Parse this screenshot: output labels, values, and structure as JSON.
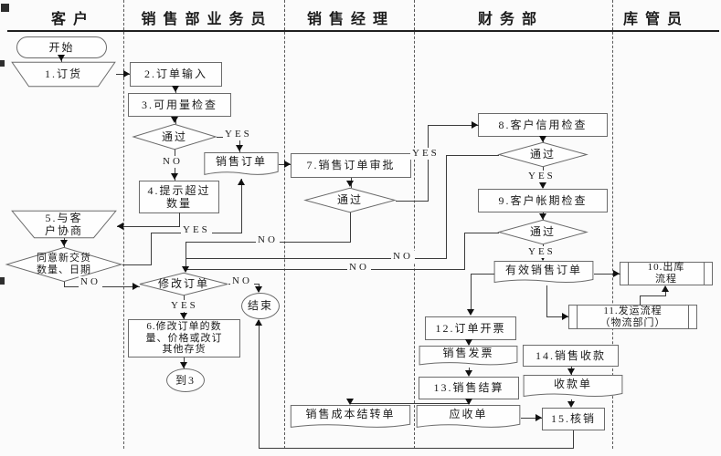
{
  "lanes": [
    {
      "label": "客户"
    },
    {
      "label": "销售部业务员"
    },
    {
      "label": "销售经理"
    },
    {
      "label": "财务部"
    },
    {
      "label": "库管员"
    }
  ],
  "labels": {
    "yes": "YES",
    "no": "NO"
  },
  "nodes": {
    "start": "开始",
    "order": "1.订货",
    "order_entry": "2.订单输入",
    "qty_check": "3.可用量检查",
    "pass1": "通过",
    "over_qty": "4.提示超过\n数量",
    "sales_order": "销售订单",
    "negotiate": "5.与客\n户协商",
    "agree": "同意新交货\n数量、日期",
    "modify": "修改订单",
    "modify_detail": "6.修改订单的数\n量、价格或改订\n其他存货",
    "goto3": "到3",
    "end": "结束",
    "approval": "7.销售订单审批",
    "pass2": "通过",
    "cost_doc": "销售成本结转单",
    "credit_check": "8.客户信用检查",
    "pass3": "通过",
    "term_check": "9.客户帐期检查",
    "pass4": "通过",
    "valid_order": "有效销售订单",
    "invoicing": "12.订单开票",
    "invoice_doc": "销售发票",
    "settlement": "13.销售结算",
    "ar_doc": "应收单",
    "collection": "14.销售收款",
    "receipt_doc": "收款单",
    "writeoff": "15.核销",
    "outbound": "10.出库\n流程",
    "shipping": "11.发运流程\n（物流部门）"
  },
  "colors": {
    "line": "#3c3c3c",
    "border": "#6b6b6b",
    "background": "#fbfbfb",
    "text": "#1b1b1b"
  }
}
